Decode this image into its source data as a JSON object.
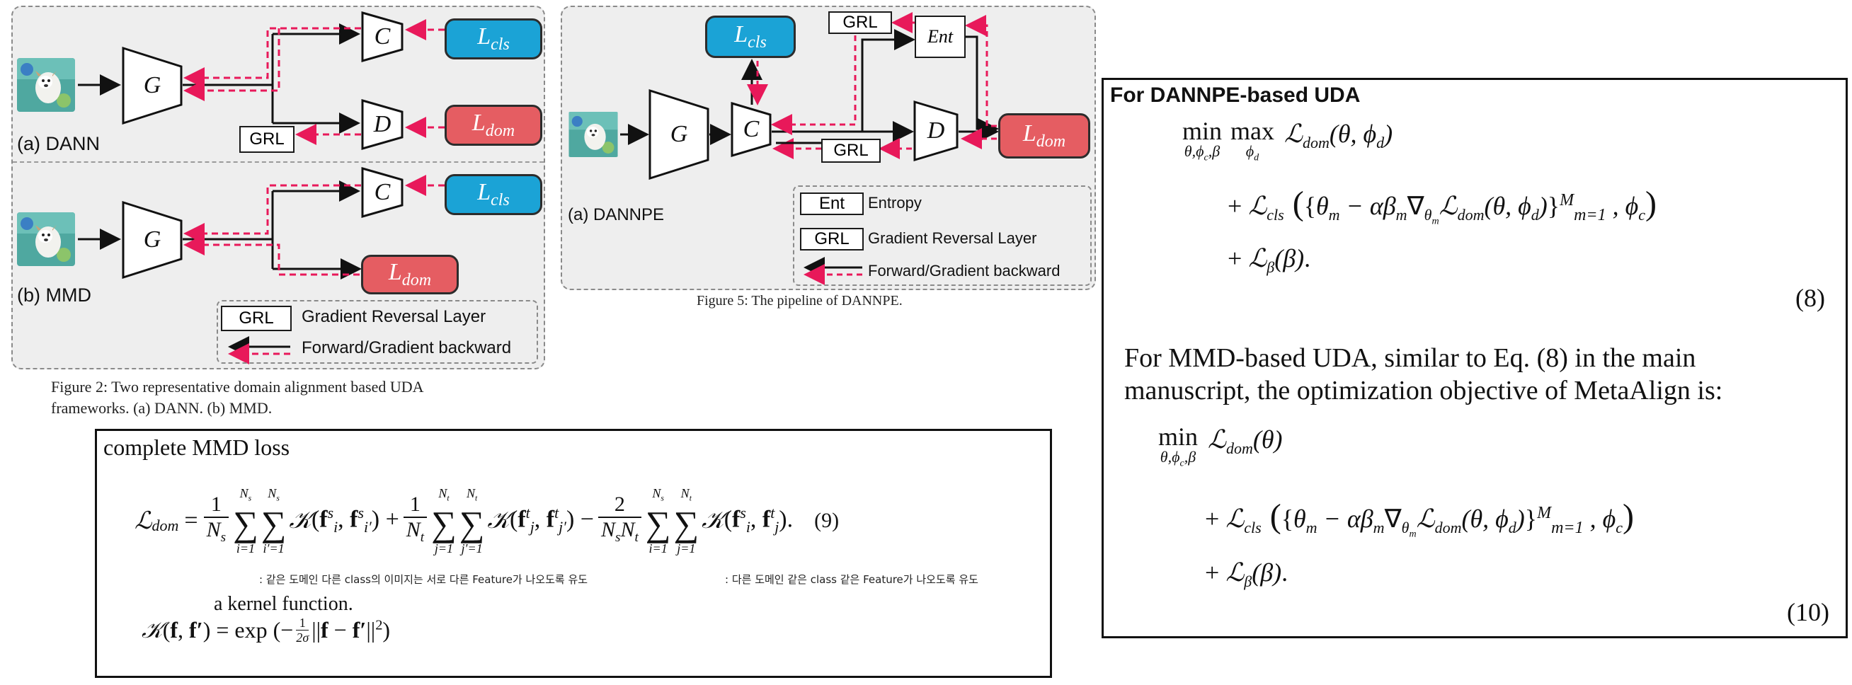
{
  "fig2": {
    "panel_a_label": "(a)  DANN",
    "panel_b_label": "(b)  MMD",
    "node_g": "G",
    "node_c": "C",
    "node_d": "D",
    "loss_cls": "Lcls",
    "loss_dom": "Ldom",
    "grl": "GRL",
    "legend_grl_box": "GRL",
    "legend_grl_text": "Gradient Reversal Layer",
    "legend_arrow_text": "Forward/Gradient backward",
    "caption_line1": "Figure 2: Two representative domain alignment based UDA",
    "caption_line2": "frameworks. (a) DANN. (b) MMD."
  },
  "fig5": {
    "panel_label": "(a)  DANNPE",
    "node_g": "G",
    "node_c": "C",
    "node_d": "D",
    "node_ent": "Ent",
    "loss_cls": "Lcls",
    "loss_dom": "Ldom",
    "grl": "GRL",
    "legend_ent_box": "Ent",
    "legend_ent_text": "Entropy",
    "legend_grl_box": "GRL",
    "legend_grl_text": "Gradient Reversal Layer",
    "legend_arrow_text": "Forward/Gradient backward",
    "caption": "Figure 5: The pipeline of DANNPE."
  },
  "mmd_box": {
    "title": "complete MMD loss",
    "eq_number": "(9)",
    "note_left": ": 같은 도메인 다른 class의 이미지는 서로 다른 Feature가 나오도록 유도",
    "note_right": ": 다른 도메인 같은 class 같은 Feature가 나오도록 유도",
    "kernel_text": "a kernel function."
  },
  "right_box": {
    "title": "For DANNPE-based UDA",
    "eq8_number": "(8)",
    "para_line1": "For MMD-based UDA, similar to Eq. (8) in the main",
    "para_line2": "manuscript, the optimization objective of MetaAlign is:",
    "eq10_number": "(10)"
  },
  "colors": {
    "cls_blue": "#1ba3d6",
    "dom_red": "#e55d62",
    "backward_pink": "#e8195a",
    "panel_gray": "#eeeeee"
  }
}
